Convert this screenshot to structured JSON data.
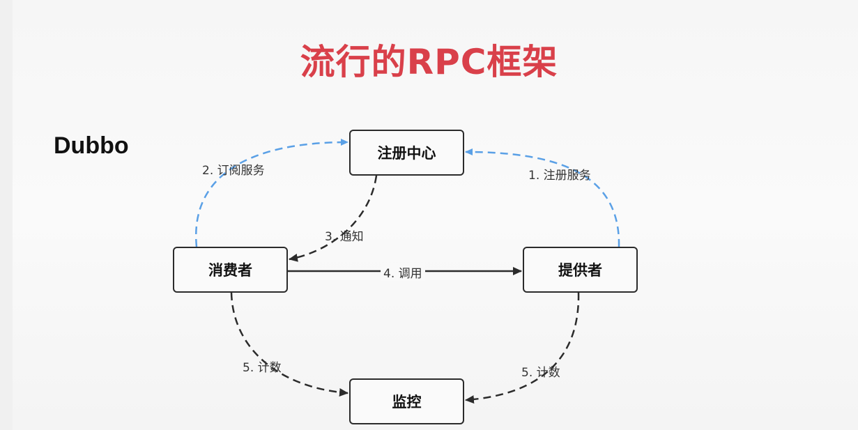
{
  "slide": {
    "title": "流行的RPC框架",
    "framework": "Dubbo"
  },
  "colors": {
    "title": "#d9404a",
    "blue_edge": "#5aa0e6",
    "dark_edge": "#2b2b2b"
  },
  "nodes": {
    "registry": "注册中心",
    "consumer": "消费者",
    "provider": "提供者",
    "monitor": "监控"
  },
  "edges": {
    "register": "1. 注册服务",
    "subscribe": "2. 订阅服务",
    "notify": "3. 通知",
    "invoke": "4. 调用",
    "count_consumer": "5. 计数",
    "count_provider": "5. 计数"
  }
}
